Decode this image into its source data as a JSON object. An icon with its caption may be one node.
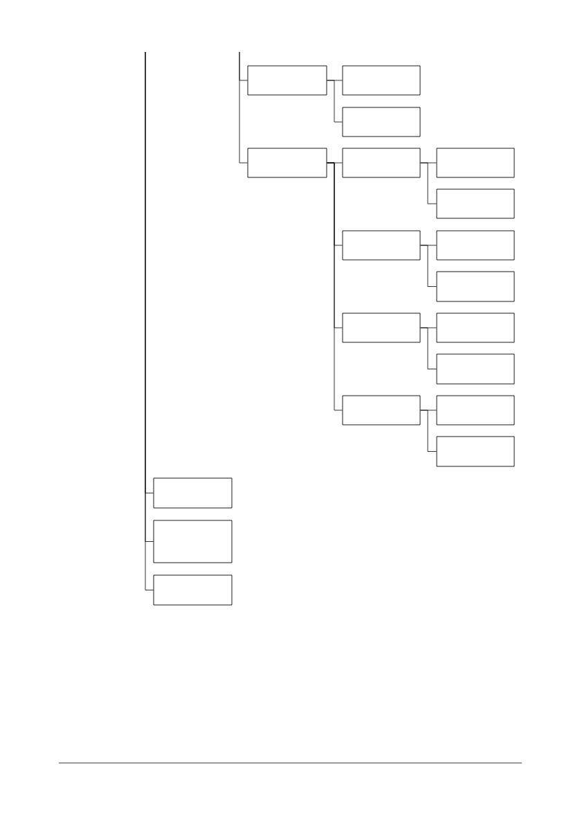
{
  "diagram": {
    "nodes": [
      {
        "text": [],
        "shape": "box"
      },
      {
        "text": [],
        "shape": "box"
      },
      {
        "text": [],
        "shape": "box"
      },
      {
        "text": [],
        "shape": "box"
      },
      {
        "text": [],
        "shape": "box"
      },
      {
        "text": [],
        "shape": "box"
      },
      {
        "text": [],
        "shape": "box"
      },
      {
        "text": [],
        "shape": "box"
      },
      {
        "text": [],
        "shape": "box"
      },
      {
        "text": [],
        "shape": "box"
      },
      {
        "text": [],
        "shape": "box"
      },
      {
        "text": [],
        "shape": "box"
      },
      {
        "text": [],
        "shape": "box"
      },
      {
        "text": [],
        "shape": "box"
      },
      {
        "text": [],
        "shape": "box"
      },
      {
        "text": [],
        "shape": "box"
      },
      {
        "text": [],
        "shape": "box"
      },
      {
        "text": [],
        "shape": "box"
      },
      {
        "text": [],
        "shape": "box"
      }
    ],
    "edges": [
      {
        "from": null,
        "to": 0,
        "arrow": "none"
      },
      {
        "from": null,
        "to": 3,
        "arrow": "none"
      },
      {
        "from": 0,
        "to": 1,
        "arrow": "none"
      },
      {
        "from": 0,
        "to": 2,
        "arrow": "none"
      },
      {
        "from": 3,
        "to": 4,
        "arrow": "none"
      },
      {
        "from": 3,
        "to": 7,
        "arrow": "none"
      },
      {
        "from": 3,
        "to": 10,
        "arrow": "none"
      },
      {
        "from": 3,
        "to": 13,
        "arrow": "none"
      },
      {
        "from": 4,
        "to": 5,
        "arrow": "none"
      },
      {
        "from": 4,
        "to": 6,
        "arrow": "none"
      },
      {
        "from": 7,
        "to": 8,
        "arrow": "none"
      },
      {
        "from": 7,
        "to": 9,
        "arrow": "none"
      },
      {
        "from": 10,
        "to": 11,
        "arrow": "none"
      },
      {
        "from": 10,
        "to": 12,
        "arrow": "none"
      },
      {
        "from": 13,
        "to": 14,
        "arrow": "none"
      },
      {
        "from": 13,
        "to": 15,
        "arrow": "none"
      },
      {
        "from": null,
        "to": 16,
        "arrow": "none"
      },
      {
        "from": null,
        "to": 17,
        "arrow": "none"
      },
      {
        "from": null,
        "to": 18,
        "arrow": "none"
      }
    ]
  }
}
